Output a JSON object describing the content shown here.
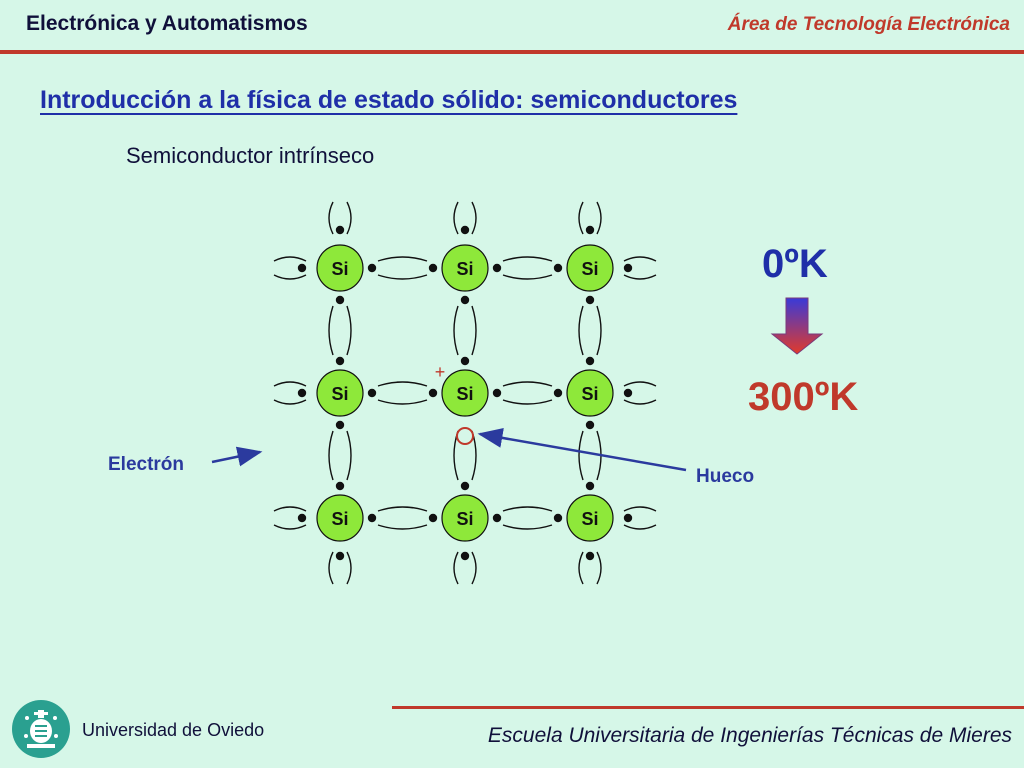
{
  "header": {
    "course_title": "Electrónica y Automatismos",
    "department": "Área de Tecnología Electrónica"
  },
  "slide": {
    "title": "Introducción a la física de estado sólido: semiconductores",
    "subtitle": "Semiconductor intrínseco"
  },
  "lattice": {
    "atom_label": "Si",
    "rows": 3,
    "cols": 3,
    "hole_atom": {
      "row": 1,
      "col": 1
    },
    "hole_charge_symbol": "+"
  },
  "temperatures": {
    "cold": "0ºK",
    "hot": "300ºK"
  },
  "annotations": {
    "electron": "Electrón",
    "hole": "Hueco"
  },
  "footer": {
    "university": "Universidad de Oviedo",
    "school": "Escuela Universitaria de Ingenierías Técnicas de Mieres"
  },
  "colors": {
    "background": "#d6f7e8",
    "accent_red": "#c0392b",
    "title_blue": "#1f2fa8",
    "atom_fill": "#8ee83a",
    "logo_teal": "#2aa090"
  }
}
